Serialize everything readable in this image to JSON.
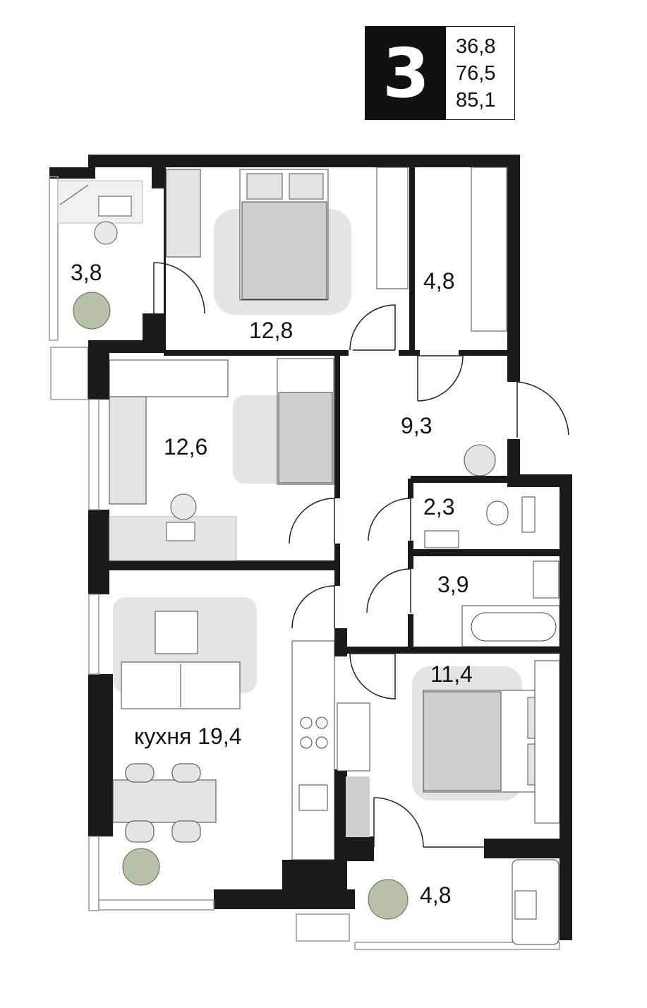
{
  "header": {
    "rooms_count": "3",
    "areas": [
      "36,8",
      "76,5",
      "85,1"
    ]
  },
  "rooms": [
    {
      "id": "balcony-top",
      "label": "3,8"
    },
    {
      "id": "bedroom-top",
      "label": "12,8"
    },
    {
      "id": "wardrobe",
      "label": "4,8"
    },
    {
      "id": "kids-room",
      "label": "12,6"
    },
    {
      "id": "hall",
      "label": "9,3"
    },
    {
      "id": "toilet",
      "label": "2,3"
    },
    {
      "id": "bathroom",
      "label": "3,9"
    },
    {
      "id": "kitchen",
      "label": "кухня 19,4"
    },
    {
      "id": "bedroom-bottom",
      "label": "11,4"
    },
    {
      "id": "balcony-bottom",
      "label": "4,8"
    }
  ],
  "colors": {
    "wall": "#1a1a1a",
    "furniture": "#e4e4e4",
    "furniture_dark": "#cfcfcf",
    "plant": "#9aa58a"
  }
}
